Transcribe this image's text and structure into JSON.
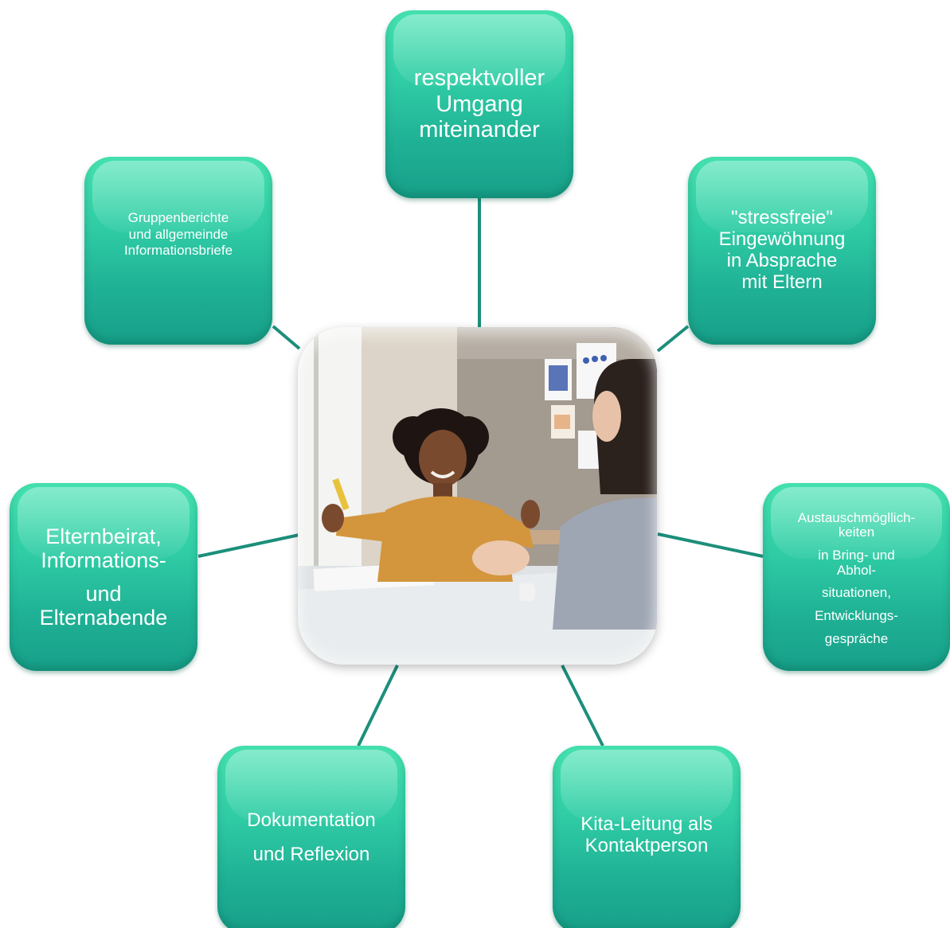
{
  "diagram": {
    "nodes": {
      "respekt": {
        "lines": [
          "respektvoller",
          "Umgang",
          "miteinander"
        ]
      },
      "gruppen": {
        "lines": [
          "Gruppenberichte",
          "und allgemeinde",
          "Informationsbriefe"
        ]
      },
      "stress": {
        "lines": [
          "\"stressfreie\"",
          "Eingewöhnung",
          "in Absprache",
          "mit Eltern"
        ]
      },
      "elternbeirat": {
        "lines": [
          "Elternbeirat,",
          "Informations-",
          "und",
          "Elternabende"
        ]
      },
      "austausch": {
        "lines": [
          "Austauschmögllich-",
          "keiten",
          "in Bring- und",
          "Abhol-",
          "situationen,",
          "Entwicklungs-",
          "gespräche"
        ]
      },
      "dokumentation": {
        "lines": [
          "Dokumentation",
          "und Reflexion"
        ]
      },
      "kita": {
        "lines": [
          "Kita-Leitung als",
          "Kontaktperson"
        ]
      }
    },
    "colors": {
      "node_top": "#45e2b0",
      "node_bottom": "#17a08a",
      "connector": "#1c8f7b"
    }
  }
}
